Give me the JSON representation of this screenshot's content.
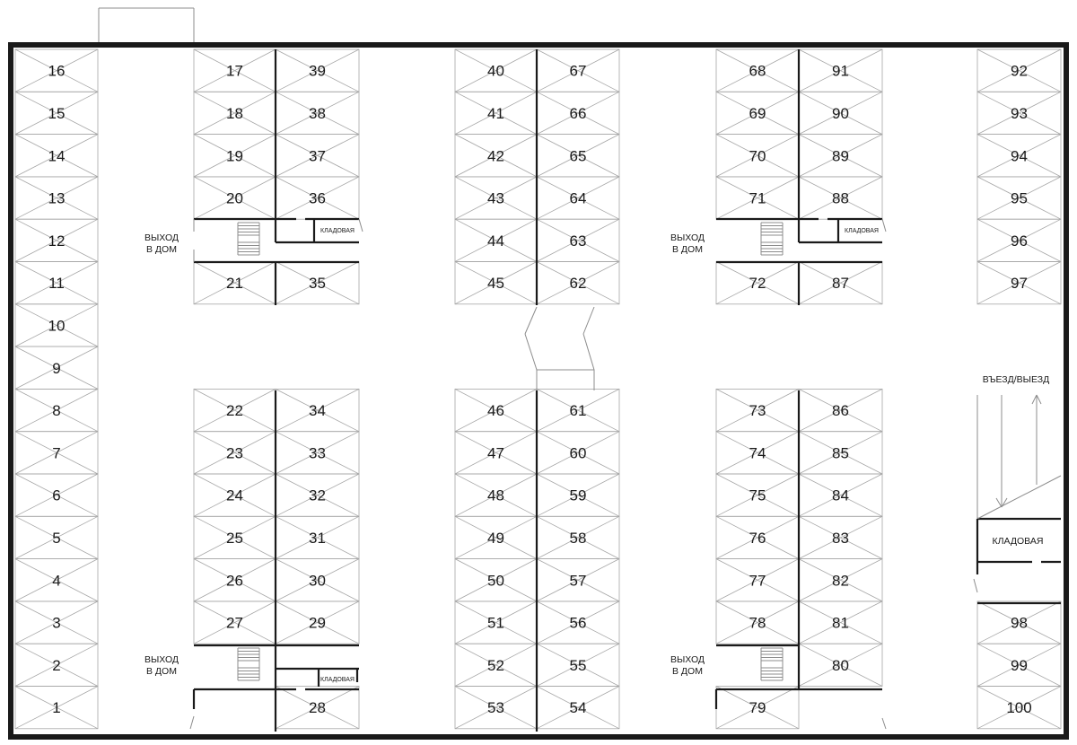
{
  "labels": {
    "exit_home_line1": "ВЫХОД",
    "exit_home_line2": "В ДОМ",
    "storage": "КЛАДОВАЯ",
    "entrance": "ВЪЕЗД/ВЫЕЗД"
  },
  "spaces": {
    "colA": [
      "16",
      "15",
      "14",
      "13",
      "12",
      "11",
      "10",
      "9",
      "8",
      "7",
      "6",
      "5",
      "4",
      "3",
      "2",
      "1"
    ],
    "block1_top_left": [
      "17",
      "18",
      "19",
      "20",
      "21"
    ],
    "block1_top_right": [
      "39",
      "38",
      "37",
      "36",
      "35"
    ],
    "block1_bottom_left": [
      "22",
      "23",
      "24",
      "25",
      "26",
      "27"
    ],
    "block1_bottom_right": [
      "34",
      "33",
      "32",
      "31",
      "30",
      "29",
      "28"
    ],
    "block2_top_left": [
      "40",
      "41",
      "42",
      "43",
      "44",
      "45"
    ],
    "block2_top_right": [
      "67",
      "66",
      "65",
      "64",
      "63",
      "62"
    ],
    "block2_bottom_left": [
      "46",
      "47",
      "48",
      "49",
      "50",
      "51",
      "52",
      "53"
    ],
    "block2_bottom_right": [
      "61",
      "60",
      "59",
      "58",
      "57",
      "56",
      "55",
      "54"
    ],
    "block3_top_left": [
      "68",
      "69",
      "70",
      "71",
      "72"
    ],
    "block3_top_right": [
      "91",
      "90",
      "89",
      "88",
      "87"
    ],
    "block3_bottom_left": [
      "73",
      "74",
      "75",
      "76",
      "77",
      "78",
      "79"
    ],
    "block3_bottom_right": [
      "86",
      "85",
      "84",
      "83",
      "82",
      "81",
      "80"
    ],
    "colR_top": [
      "92",
      "93",
      "94",
      "95",
      "96",
      "97"
    ],
    "colR_bottom": [
      "98",
      "99",
      "100"
    ]
  }
}
